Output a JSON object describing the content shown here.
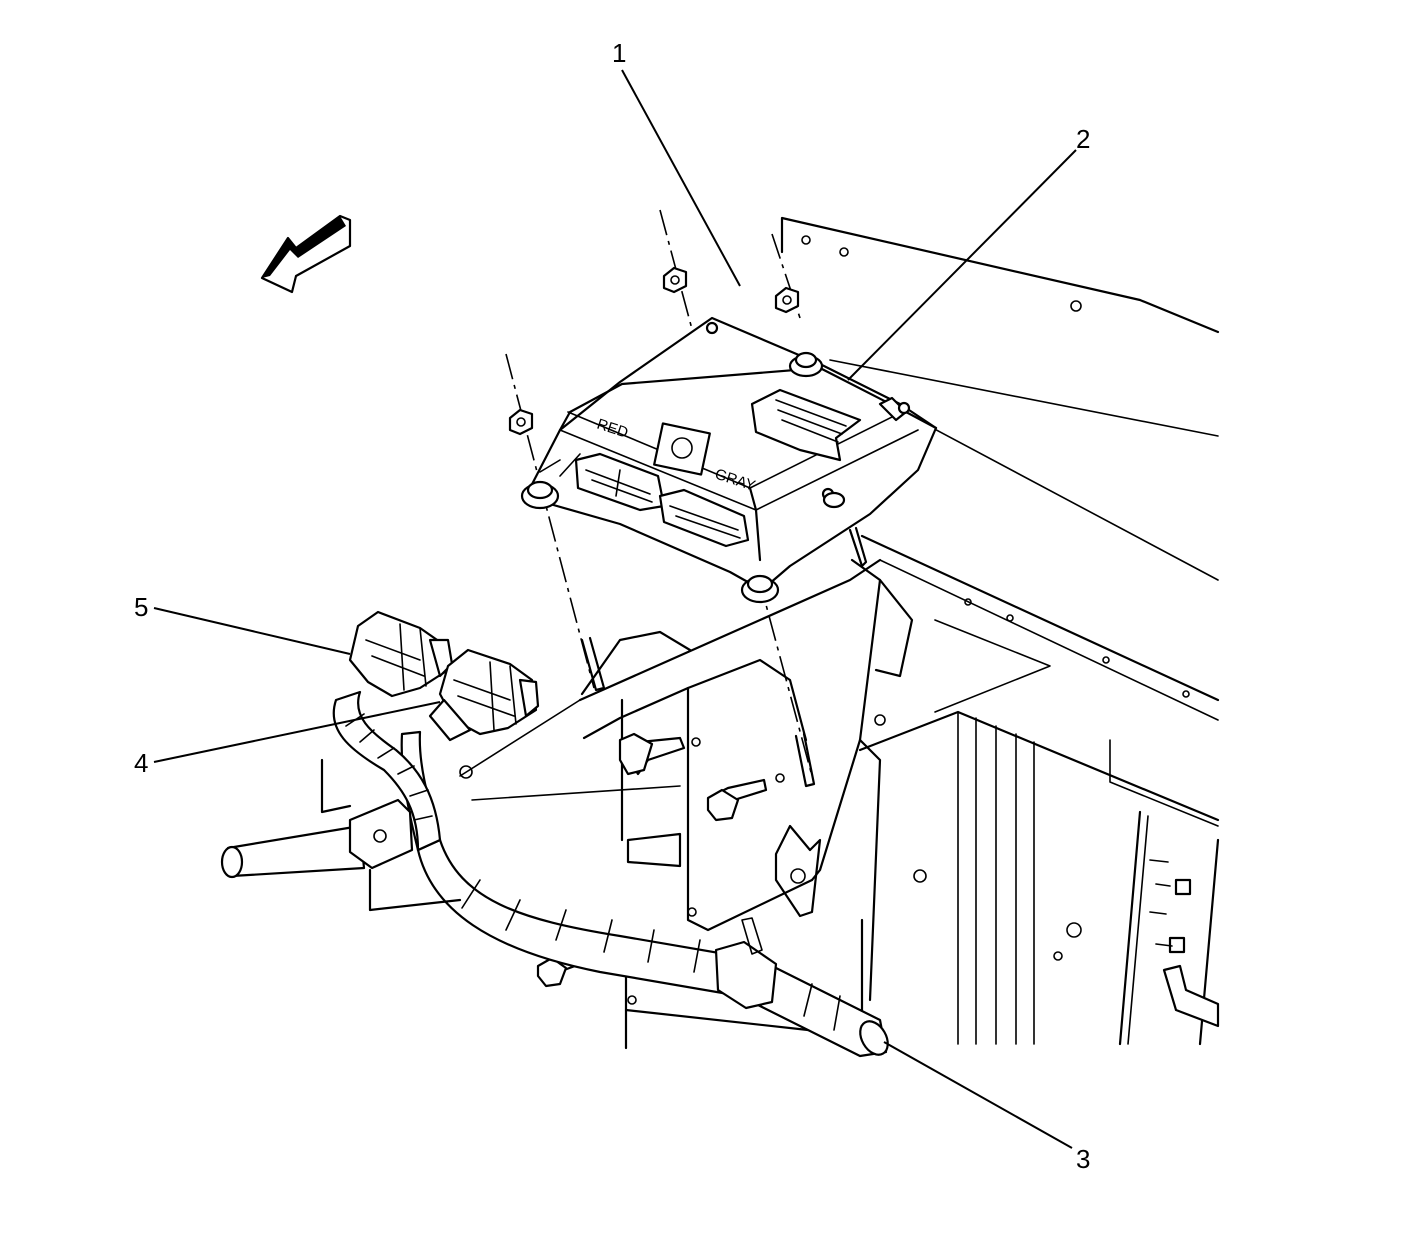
{
  "callouts": [
    "1",
    "2",
    "3",
    "4",
    "5"
  ],
  "ecm_labels": {
    "left_connector": "RED",
    "right_connector": "GRAY"
  },
  "icons": {
    "direction_arrow": "front-direction-arrow-icon"
  }
}
